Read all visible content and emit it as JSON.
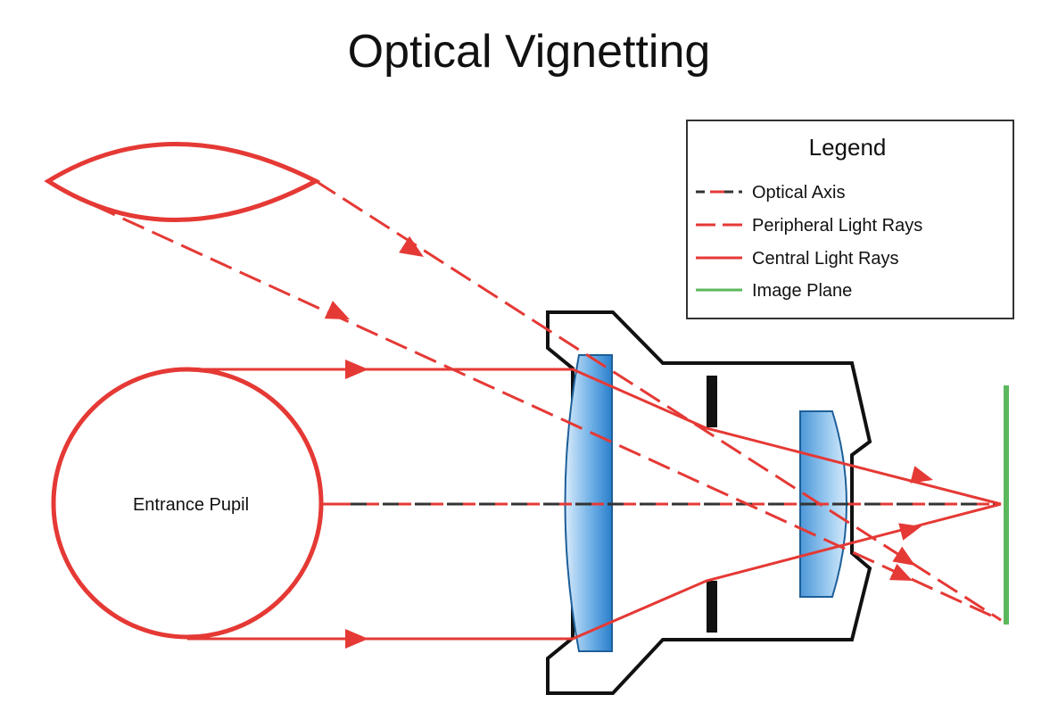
{
  "title": "Optical Vignetting",
  "labels": {
    "entrance_pupil": "Entrance Pupil"
  },
  "legend": {
    "title": "Legend",
    "items": [
      {
        "label": "Optical Axis",
        "style": "optical-axis",
        "color": "#e53935",
        "alt_color": "#333333"
      },
      {
        "label": "Peripheral Light Rays",
        "style": "dashed",
        "color": "#e53935"
      },
      {
        "label": "Central Light Rays",
        "style": "solid",
        "color": "#e53935"
      },
      {
        "label": "Image Plane",
        "style": "solid",
        "color": "#5cb85c"
      }
    ]
  },
  "colors": {
    "ray": "#e53935",
    "image_plane": "#5cb85c",
    "lens_fill_light": "#cfe3f7",
    "lens_fill_dark": "#2e86d1",
    "lens_stroke": "#1d5f99",
    "housing_stroke": "#111111",
    "text": "#111111"
  }
}
